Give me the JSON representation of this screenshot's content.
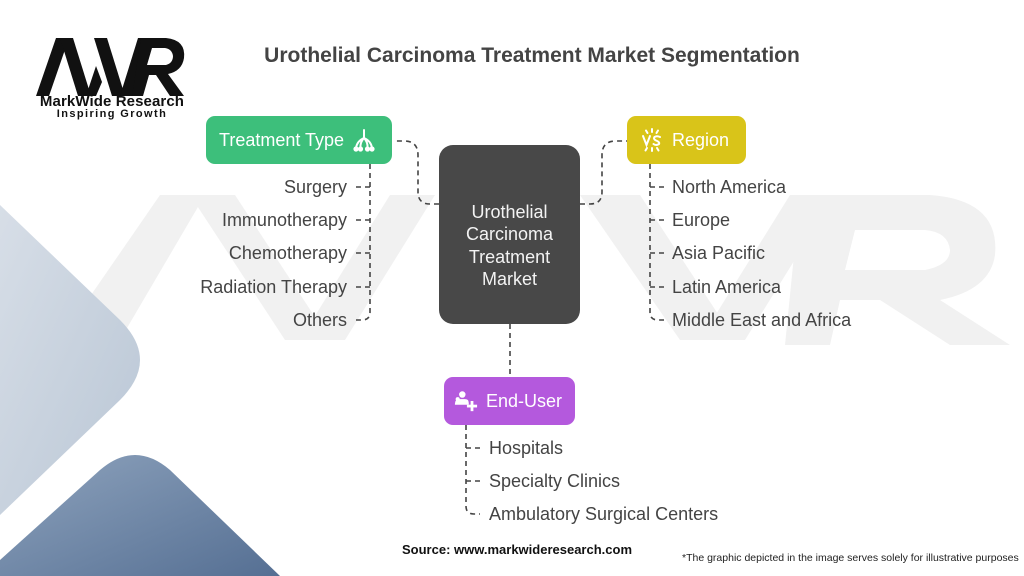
{
  "brand": {
    "name": "MarkWide Research",
    "tagline": "Inspiring Growth",
    "monogram": "MWR"
  },
  "title": "Urothelial Carcinoma Treatment Market Segmentation",
  "center_node": {
    "label": "Urothelial Carcinoma Treatment Market",
    "color": "#484848"
  },
  "segments": [
    {
      "label": "Treatment Type",
      "icon": "hierarchy-tree-icon",
      "color": "#3dbf7b",
      "items": [
        "Surgery",
        "Immunotherapy",
        "Chemotherapy",
        "Radiation Therapy",
        "Others"
      ]
    },
    {
      "label": "Region",
      "icon": "vs-compare-icon",
      "color": "#d9c419",
      "items": [
        "North America",
        "Europe",
        "Asia Pacific",
        "Latin America",
        "Middle East and Africa"
      ]
    },
    {
      "label": "End-User",
      "icon": "users-plus-icon",
      "color": "#b459dd",
      "items": [
        "Hospitals",
        "Specialty Clinics",
        "Ambulatory Surgical Centers"
      ]
    }
  ],
  "footer": {
    "source": "Source: www.markwideresearch.com",
    "note": "*The graphic depicted in the image serves  solely for illustrative purposes"
  }
}
